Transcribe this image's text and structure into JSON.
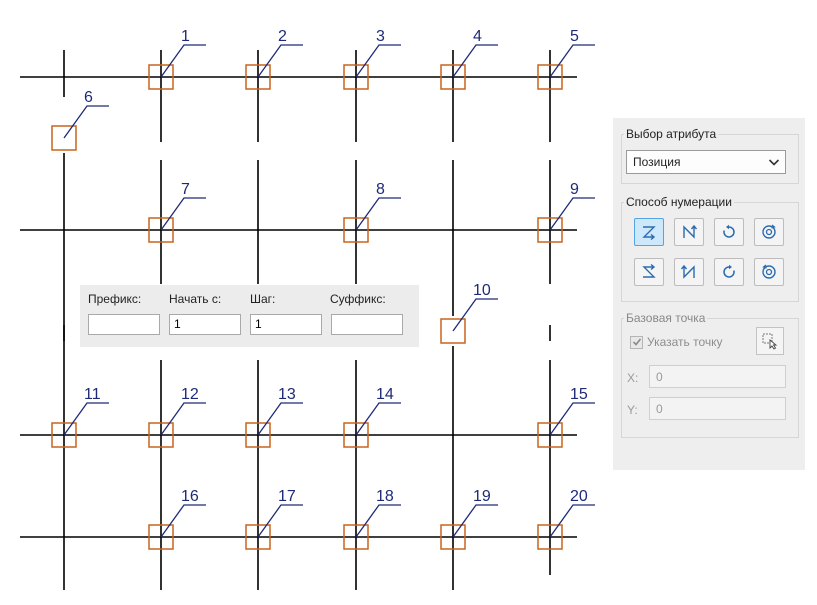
{
  "drawing": {
    "markers": [
      "1",
      "2",
      "3",
      "4",
      "5",
      "6",
      "7",
      "8",
      "9",
      "10",
      "11",
      "12",
      "13",
      "14",
      "15",
      "16",
      "17",
      "18",
      "19",
      "20"
    ],
    "colors": {
      "grid": "#000000",
      "marker_box": "#c8641e",
      "leader": "#1e2a78"
    }
  },
  "numbering_fields": {
    "prefix_label": "Префикс:",
    "start_label": "Начать с:",
    "step_label": "Шаг:",
    "suffix_label": "Суффикс:",
    "prefix_value": "",
    "start_value": "1",
    "step_value": "1",
    "suffix_value": ""
  },
  "panel": {
    "attribute_group_title": "Выбор атрибута",
    "attribute_selected": "Позиция",
    "method_group_title": "Способ нумерации",
    "method_icons": [
      "zigzag-rows-icon",
      "zigzag-columns-icon",
      "rotate-ccw-icon",
      "spiral-in-icon",
      "zigzag-rows-reverse-icon",
      "zigzag-columns-reverse-icon",
      "rotate-cw-icon",
      "spiral-out-icon"
    ],
    "base_point_group_title": "Базовая точка",
    "specify_point_label": "Указать точку",
    "specify_point_checked": true,
    "x_label": "X:",
    "x_value": "0",
    "y_label": "Y:",
    "y_value": "0",
    "accent_color": "#56a4e0"
  }
}
